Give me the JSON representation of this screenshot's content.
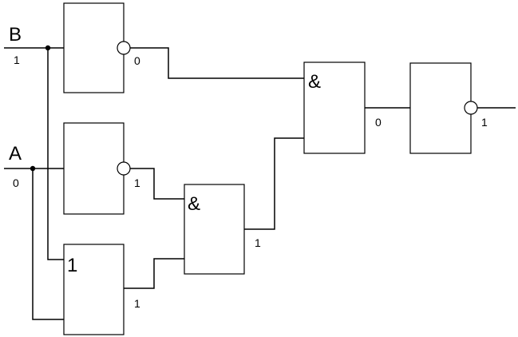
{
  "inputs": {
    "b": {
      "name": "B",
      "value": "1"
    },
    "a": {
      "name": "A",
      "value": "0"
    }
  },
  "gates": {
    "not_b": {
      "symbol": "",
      "output": "0"
    },
    "not_a": {
      "symbol": "",
      "output": "1"
    },
    "or_ab": {
      "symbol": "1",
      "output": "1"
    },
    "and_1": {
      "symbol": "&",
      "output": "1"
    },
    "and_2": {
      "symbol": "&",
      "output": "0"
    },
    "not_out": {
      "symbol": "",
      "output": "1"
    }
  }
}
